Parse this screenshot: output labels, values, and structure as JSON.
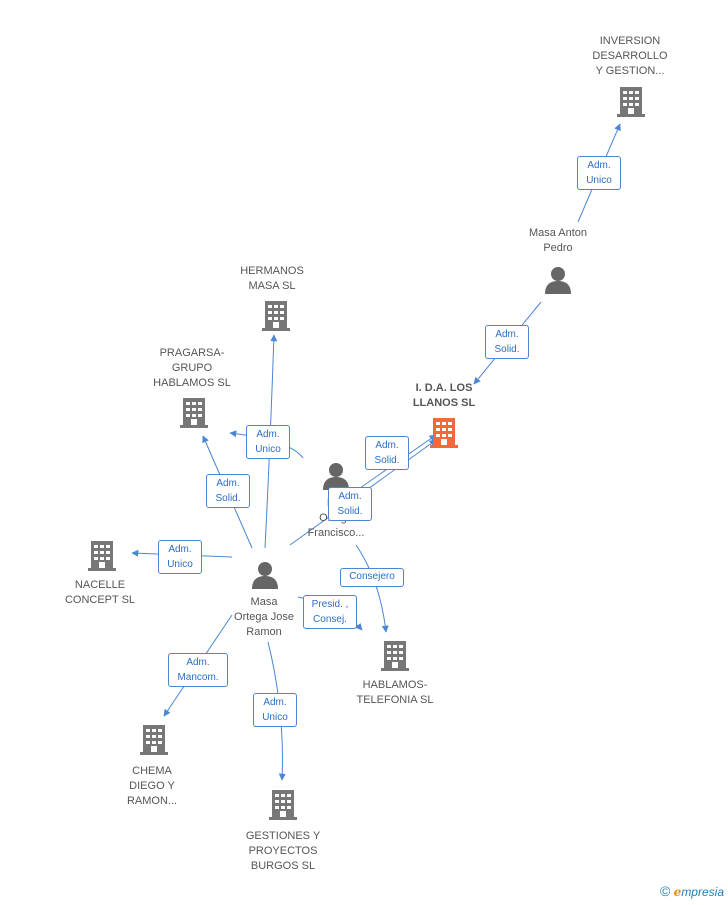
{
  "nodes": {
    "inversion": {
      "label": "INVERSION\nDESARROLLO\nY GESTION...",
      "kind": "company"
    },
    "masa_anton": {
      "label": "Masa Anton\nPedro",
      "kind": "person"
    },
    "ida": {
      "label": "I. D.A. LOS\nLLANOS SL",
      "kind": "company-focus"
    },
    "hermanos": {
      "label": "HERMANOS\nMASA SL",
      "kind": "company"
    },
    "pragarsa": {
      "label": "PRAGARSA-\nGRUPO\nHABLAMOS SL",
      "kind": "company"
    },
    "ortega_francisco": {
      "label": "M...\nOrtega\nFrancisco...",
      "kind": "person"
    },
    "nacelle": {
      "label": "NACELLE\nCONCEPT SL",
      "kind": "company"
    },
    "masa_ortega_jr": {
      "label": "Masa\nOrtega Jose\nRamon",
      "kind": "person"
    },
    "hablamos_tel": {
      "label": "HABLAMOS-\nTELEFONIA SL",
      "kind": "company"
    },
    "chema": {
      "label": "CHEMA\nDIEGO Y\nRAMON...",
      "kind": "company"
    },
    "gestiones": {
      "label": "GESTIONES Y\nPROYECTOS\nBURGOS SL",
      "kind": "company"
    }
  },
  "edges": [
    {
      "label": "Adm.\nUnico"
    },
    {
      "label": "Adm.\nSolid."
    },
    {
      "label": "Adm.\nSolid."
    },
    {
      "label": "Adm.\nSolid."
    },
    {
      "label": "Adm.\nUnico"
    },
    {
      "label": "Adm.\nSolid."
    },
    {
      "label": "Adm.\nUnico"
    },
    {
      "label": "Consejero"
    },
    {
      "label": "Presid. ,\nConsej."
    },
    {
      "label": "Adm.\nMancom."
    },
    {
      "label": "Adm.\nUnico"
    }
  ],
  "colors": {
    "edge": "#4a86d4",
    "company": "#777777",
    "focus": "#f06a3c",
    "person": "#666666"
  },
  "footer": {
    "copyright": "©",
    "brand_e": "e",
    "brand_rest": "mpresia"
  }
}
